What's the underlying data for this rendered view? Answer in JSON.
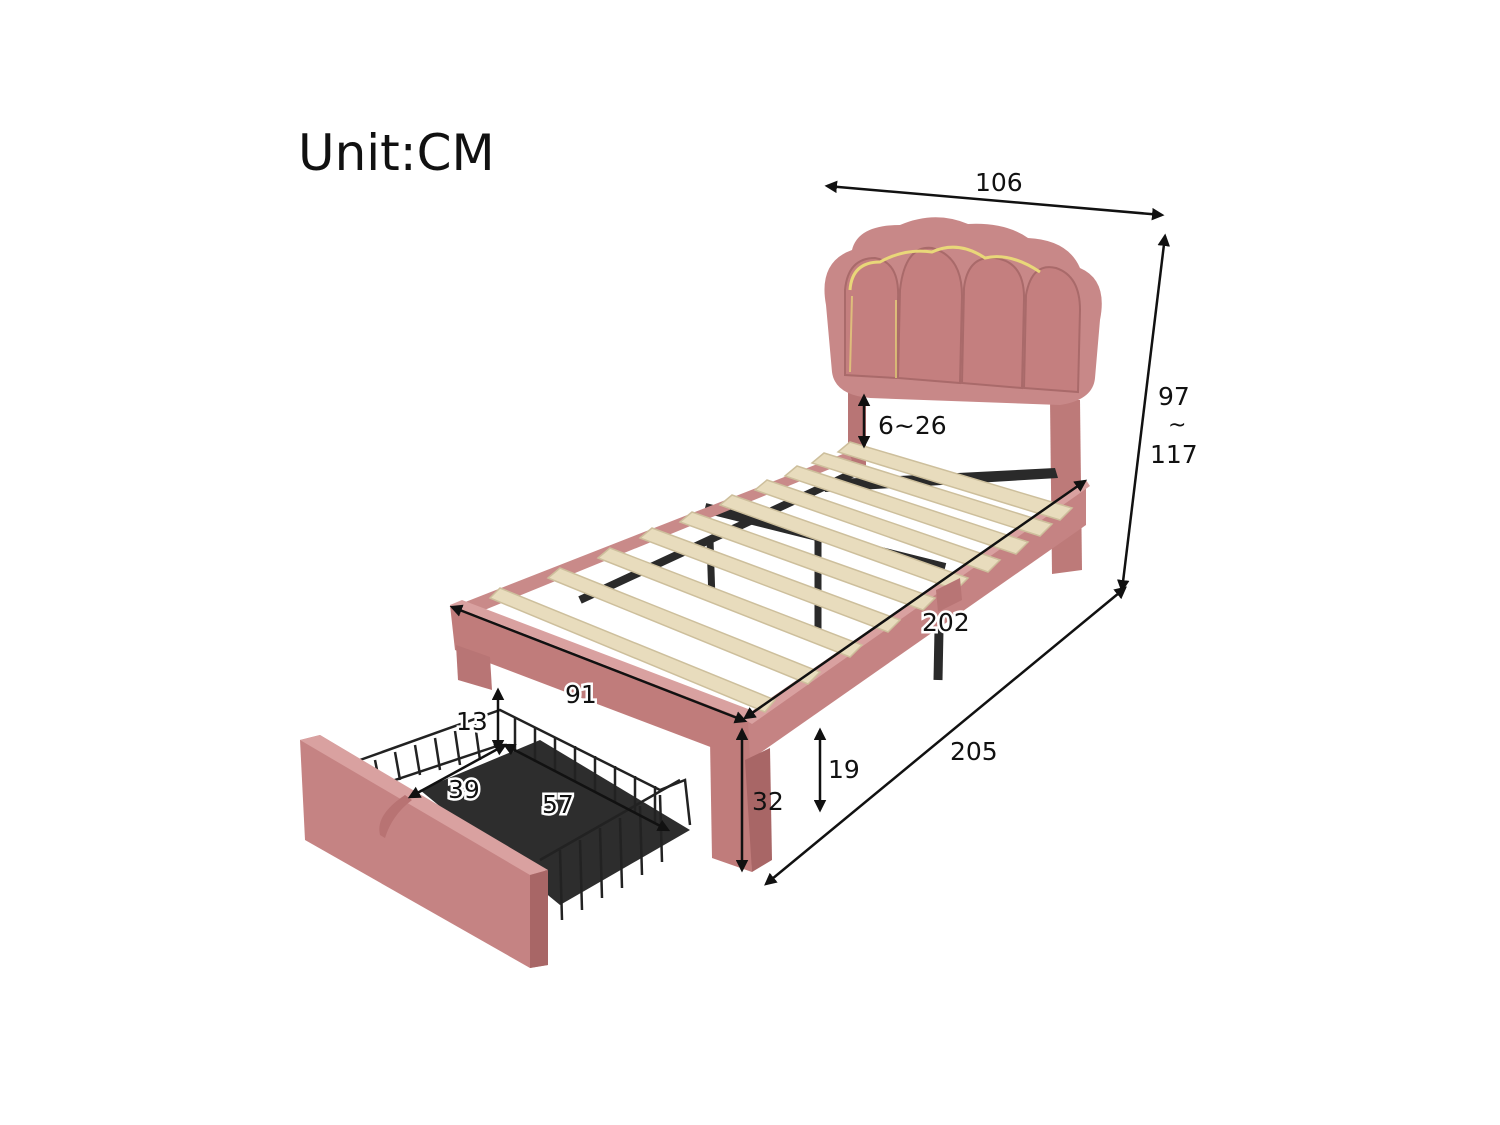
{
  "unit_label": "Unit:CM",
  "colors": {
    "fabric": "#c58383",
    "fabric_dark": "#a86666",
    "fabric_light": "#d9a1a0",
    "slat": "#e8dcbd",
    "metal": "#2a2a2a",
    "led": "#e9d779",
    "arrow": "#111111"
  },
  "dimensions": {
    "headboard_width": "106",
    "headboard_height_top": "97",
    "headboard_height_sep": "~",
    "headboard_height_bottom": "117",
    "headboard_gap": "6~26",
    "frame_length": "202",
    "frame_width": "91",
    "overall_length": "205",
    "underbed_clearance": "19",
    "frame_height": "32",
    "drawer_height": "13",
    "drawer_width": "39",
    "drawer_length": "57"
  }
}
